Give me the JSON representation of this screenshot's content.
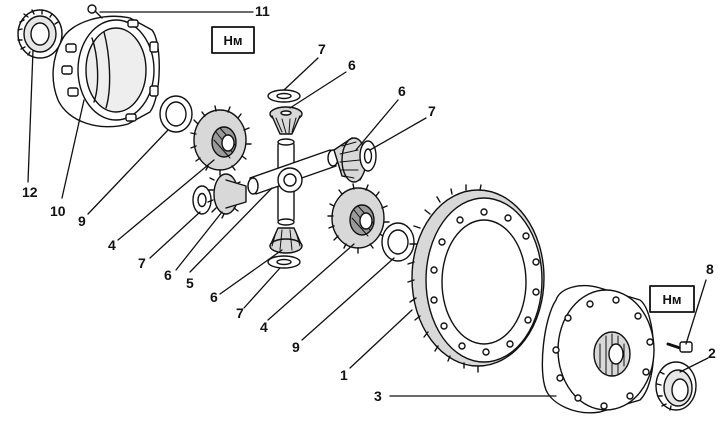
{
  "torque_label": "Нм",
  "callouts": {
    "c1": "1",
    "c2": "2",
    "c3": "3",
    "c4a": "4",
    "c4b": "4",
    "c5": "5",
    "c6a": "6",
    "c6b": "6",
    "c6c": "6",
    "c6d": "6",
    "c7a": "7",
    "c7b": "7",
    "c7c": "7",
    "c7d": "7",
    "c8": "8",
    "c9a": "9",
    "c9b": "9",
    "c10": "10",
    "c11": "11",
    "c12": "12"
  },
  "colors": {
    "ink": "#111111",
    "paper": "#ffffff",
    "shade": "#d8d8d8",
    "mid": "#9a9a9a"
  }
}
